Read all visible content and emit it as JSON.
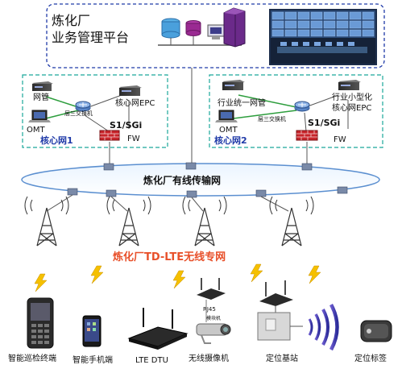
{
  "platform": {
    "title_line1": "炼化厂",
    "title_line2": "业务管理平台"
  },
  "core_left": {
    "label": "核心网1",
    "network_mgmt": "网管",
    "epc": "核心网EPC",
    "l3_switch": "层三交换机",
    "s1": "S1/SGi",
    "omt": "OMT",
    "fw": "FW"
  },
  "core_right": {
    "label": "核心网2",
    "network_mgmt": "行业统一网管",
    "epc_line1": "行业小型化",
    "epc_line2": "核心网EPC",
    "l3_switch": "层三交换机",
    "s1": "S1/SGi",
    "omt": "OMT",
    "fw": "FW"
  },
  "ring_label": "炼化厂有线传输网",
  "wireless_label": "炼化厂TD-LTE无线专网",
  "devices": [
    {
      "label": "智能巡检终端"
    },
    {
      "label": "智能手机端"
    },
    {
      "label": "LTE DTU"
    },
    {
      "label": "无线摄像机"
    },
    {
      "label": "定位基站"
    },
    {
      "label": "定位标签"
    }
  ],
  "camera_sub": {
    "rj45": "RJ45",
    "cpe": "模块机"
  },
  "colors": {
    "dash_border": "#1f3aa8",
    "cyan_dash": "#1aa89a",
    "ring": "#5b8fd0",
    "label_blue": "#1f3aa8",
    "wireless_red": "#e8502a",
    "green_link": "#2e9e3e"
  }
}
